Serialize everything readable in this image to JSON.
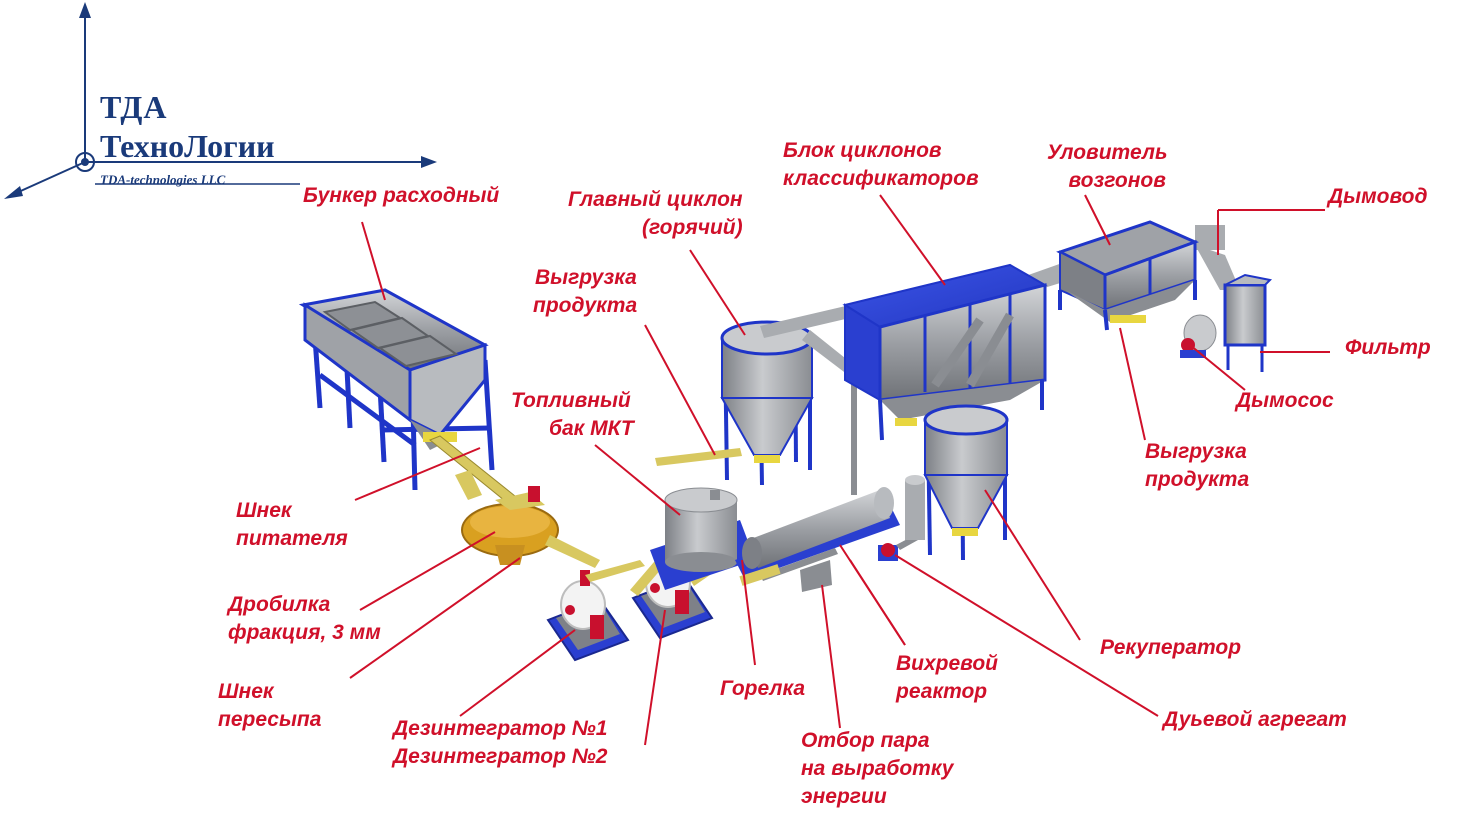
{
  "logo": {
    "line1": "ТДА",
    "line2": "ТехноЛогии",
    "subtitle": "TDA-technologies LLC"
  },
  "colors": {
    "label": "#d0102a",
    "logo": "#1a3a7a",
    "frame": "#1f35c8",
    "steel": "#a9acb0",
    "accent_yellow": "#e8d640",
    "motor_red": "#c8102e"
  },
  "labels": {
    "bunker": "Бункер расходный",
    "main_cyclone": [
      "Главный циклон",
      "(горячий)"
    ],
    "cyclone_block": [
      "Блок циклонов",
      "классификаторов"
    ],
    "sublimate_trap": [
      "Уловитель",
      "возгонов"
    ],
    "flue": "Дымовод",
    "filter": "Фильтр",
    "exhauster": "Дымосос",
    "product_unload_left": [
      "Выгрузка",
      "продукта"
    ],
    "product_unload_right": [
      "Выгрузка",
      "продукта"
    ],
    "fuel_tank": [
      "Топливный",
      "бак МКТ"
    ],
    "feeder_screw": [
      "Шнек",
      "питателя"
    ],
    "crusher": [
      "Дробилка",
      "фракция, 3 мм"
    ],
    "transfer_screw": [
      "Шнек",
      "пересыпа"
    ],
    "disintegrators": [
      "Дезинтегратор №1",
      "Дезинтегратор №2"
    ],
    "burner": "Горелка",
    "steam_takeoff": [
      "Отбор пара",
      "на выработку",
      "энергии"
    ],
    "vortex_reactor": [
      "Вихревой",
      "реактор"
    ],
    "recuperator": "Рекуператор",
    "blower": "Дуьевой агрегат"
  }
}
